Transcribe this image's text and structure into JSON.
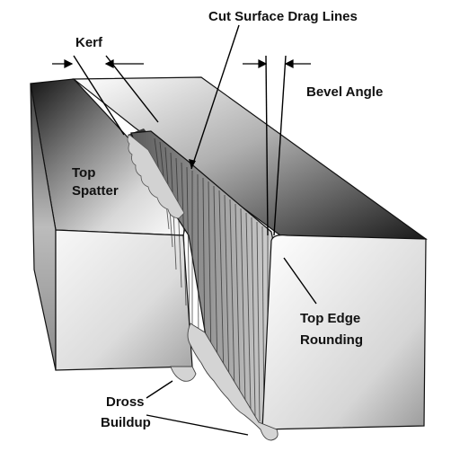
{
  "labels": {
    "kerf": "Kerf",
    "drag_lines": "Cut Surface Drag Lines",
    "bevel_angle": "Bevel Angle",
    "top_spatter_1": "Top",
    "top_spatter_2": "Spatter",
    "top_edge_1": "Top Edge",
    "top_edge_2": "Rounding",
    "dross_1": "Dross",
    "dross_2": "Buildup"
  },
  "colors": {
    "outline": "#111111",
    "face_light": "#f2f2f2",
    "face_mid": "#bdbdbd",
    "face_dark": "#2a2a2a",
    "dross": "#cfcfcf"
  }
}
